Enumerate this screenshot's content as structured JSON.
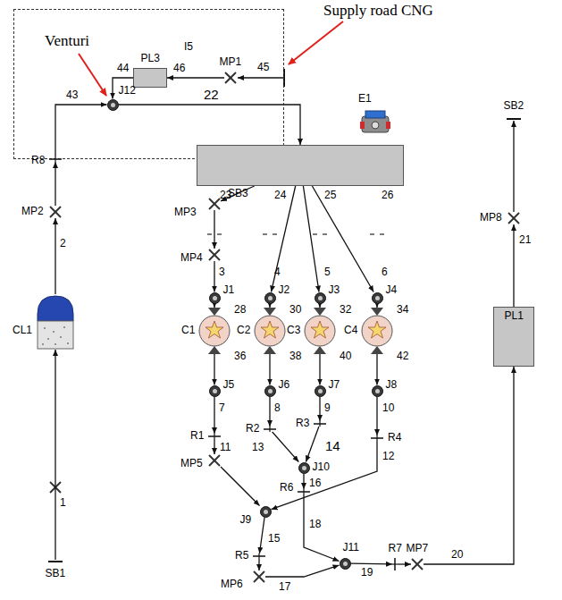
{
  "diagram": {
    "nodes": [
      {
        "text": [
          "I5"
        ]
      },
      {
        "text": [
          "PL3"
        ],
        "in": 0
      },
      {
        "text": [
          "MP1"
        ],
        "in": 0
      },
      {
        "text": [
          "J12"
        ],
        "in": 0
      },
      {
        "text": [
          "E1"
        ]
      },
      {
        "text": [
          "SB3"
        ]
      },
      {
        "text": [
          "R8"
        ]
      },
      {
        "text": [
          "MP2"
        ]
      },
      {
        "text": [
          "CL1"
        ]
      },
      {
        "text": [
          "SB1"
        ]
      },
      {
        "text": [
          "MP3"
        ]
      },
      {
        "text": [
          "MP4"
        ]
      },
      {
        "text": [
          "J1"
        ]
      },
      {
        "text": [
          "J2"
        ]
      },
      {
        "text": [
          "J3"
        ]
      },
      {
        "text": [
          "J4"
        ]
      },
      {
        "text": [
          "C1"
        ]
      },
      {
        "text": [
          "C2"
        ]
      },
      {
        "text": [
          "C3"
        ]
      },
      {
        "text": [
          "C4"
        ]
      },
      {
        "text": [
          "J5"
        ]
      },
      {
        "text": [
          "J6"
        ]
      },
      {
        "text": [
          "J7"
        ]
      },
      {
        "text": [
          "J8"
        ]
      },
      {
        "text": [
          "R1"
        ]
      },
      {
        "text": [
          "R2"
        ]
      },
      {
        "text": [
          "R3"
        ]
      },
      {
        "text": [
          "R4"
        ]
      },
      {
        "text": [
          "MP5"
        ]
      },
      {
        "text": [
          "J10"
        ]
      },
      {
        "text": [
          "R6"
        ]
      },
      {
        "text": [
          "J9"
        ]
      },
      {
        "text": [
          "R5"
        ]
      },
      {
        "text": [
          "MP6"
        ]
      },
      {
        "text": [
          "J11"
        ]
      },
      {
        "text": [
          "R7"
        ]
      },
      {
        "text": [
          "MP7"
        ]
      },
      {
        "text": [
          "PL1"
        ]
      },
      {
        "text": [
          "MP8"
        ]
      },
      {
        "text": [
          "SB2"
        ]
      }
    ],
    "edges": [
      {
        "from": 9,
        "to": 8,
        "label": "1",
        "arrow": "to"
      },
      {
        "from": 8,
        "to": 7,
        "label": "2",
        "arrow": "to"
      },
      {
        "from": 7,
        "to": 6,
        "arrow": "to"
      },
      {
        "from": 6,
        "to": 3,
        "label": "43",
        "arrow": "to"
      },
      {
        "from": 2,
        "to": 1,
        "label": "46",
        "arrow": "to"
      },
      {
        "from": 1,
        "to": 3,
        "label": "44",
        "arrow": "to"
      },
      {
        "from": 3,
        "to": 5,
        "label": "22",
        "arrow": "to"
      },
      {
        "from": 5,
        "to": 10,
        "label": "23",
        "arrow": "to"
      },
      {
        "from": 10,
        "to": 11,
        "arrow": "to"
      },
      {
        "from": 11,
        "to": 12,
        "label": "3",
        "arrow": "to"
      },
      {
        "from": 5,
        "to": 13,
        "label": "24",
        "arrow": "to"
      },
      {
        "from": 5,
        "to": 14,
        "label": "25",
        "arrow": "to"
      },
      {
        "from": 5,
        "to": 15,
        "label": "26",
        "arrow": "to"
      },
      {
        "from": 12,
        "to": 16,
        "label": "28",
        "arrow": "to"
      },
      {
        "from": 13,
        "to": 17,
        "label": "30",
        "arrow": "to"
      },
      {
        "from": 14,
        "to": 18,
        "label": "32",
        "arrow": "to"
      },
      {
        "from": 15,
        "to": 19,
        "label": "34",
        "arrow": "to"
      },
      {
        "from": 16,
        "to": 20,
        "label": "36",
        "arrow": "to"
      },
      {
        "from": 17,
        "to": 21,
        "label": "38",
        "arrow": "to"
      },
      {
        "from": 18,
        "to": 22,
        "label": "40",
        "arrow": "to"
      },
      {
        "from": 19,
        "to": 23,
        "label": "42",
        "arrow": "to"
      },
      {
        "from": 20,
        "to": 24,
        "label": "7",
        "arrow": "to"
      },
      {
        "from": 21,
        "to": 25,
        "label": "8",
        "arrow": "to"
      },
      {
        "from": 22,
        "to": 26,
        "label": "9",
        "arrow": "to"
      },
      {
        "from": 23,
        "to": 27,
        "label": "10",
        "arrow": "to"
      },
      {
        "from": 24,
        "to": 28,
        "label": "11",
        "arrow": "to"
      },
      {
        "from": 28,
        "to": 31,
        "arrow": "to"
      },
      {
        "from": 25,
        "to": 29,
        "label": "13",
        "arrow": "to"
      },
      {
        "from": 26,
        "to": 29,
        "label": "14",
        "arrow": "to"
      },
      {
        "from": 27,
        "to": 31,
        "label": "12",
        "arrow": "to"
      },
      {
        "from": 29,
        "to": 30,
        "label": "16",
        "arrow": "to"
      },
      {
        "from": 31,
        "to": 32,
        "label": "15",
        "arrow": "to"
      },
      {
        "from": 32,
        "to": 33,
        "arrow": "to"
      },
      {
        "from": 30,
        "to": 34,
        "label": "18",
        "arrow": "to"
      },
      {
        "from": 33,
        "to": 34,
        "label": "17",
        "arrow": "to"
      },
      {
        "from": 34,
        "to": 35,
        "label": "19",
        "arrow": "to"
      },
      {
        "from": 35,
        "to": 36,
        "arrow": "to"
      },
      {
        "from": 36,
        "to": 37,
        "label": "20",
        "arrow": "to"
      },
      {
        "from": 37,
        "to": 38,
        "label": "21",
        "arrow": "to"
      },
      {
        "from": 38,
        "to": 39,
        "arrow": "to"
      }
    ],
    "labels": [
      "Venturi",
      "Supply road CNG",
      "45",
      "4",
      "5",
      "6"
    ]
  }
}
